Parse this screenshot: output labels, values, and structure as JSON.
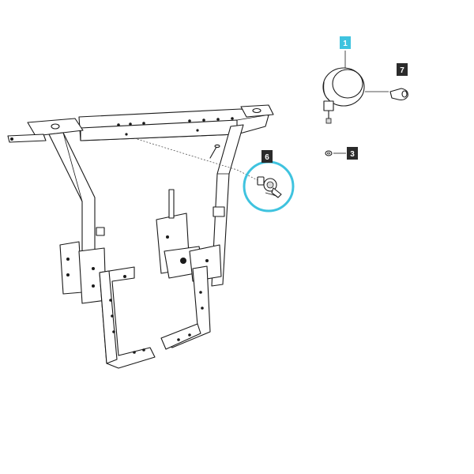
{
  "diagram": {
    "callouts": [
      {
        "id": "callout-1",
        "label": "1"
      },
      {
        "id": "callout-7",
        "label": "7"
      },
      {
        "id": "callout-3",
        "label": "3"
      },
      {
        "id": "callout-6",
        "label": "6"
      }
    ],
    "highlight_color": "#3fc3df",
    "callout_color": "#2b2b2b",
    "icons": [
      "work-lamp-icon",
      "lamp-knob-icon",
      "nut-icon",
      "switch-icon",
      "mounting-frame-icon"
    ]
  }
}
